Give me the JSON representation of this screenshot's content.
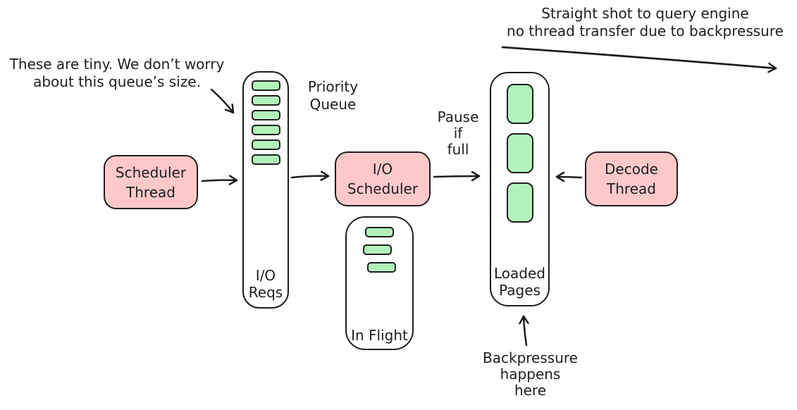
{
  "colors": {
    "background": "#ffffff",
    "stroke": "#1e1e1e",
    "node_fill": "#ffc9c9",
    "item_fill": "#b2f2bb"
  },
  "nodes": {
    "scheduler_thread": {
      "label": "Scheduler\nThread"
    },
    "io_scheduler": {
      "label": "I/O\nScheduler"
    },
    "decode_thread": {
      "label": "Decode\nThread"
    }
  },
  "queues": {
    "io_reqs": {
      "label": "I/O\nReqs",
      "item_count": 6
    },
    "in_flight": {
      "label": "In Flight",
      "item_count": 3
    },
    "loaded_pages": {
      "label": "Loaded\nPages",
      "item_count": 3
    }
  },
  "annotations": {
    "queue_size_note": "These are tiny. We don’t worry\nabout this queue’s size.",
    "priority_queue": "Priority\nQueue",
    "pause_if_full": "Pause\nif\nfull",
    "backpressure": "Backpressure\nhappens\nhere",
    "straight_shot": "Straight shot to query engine\nno thread transfer due to backpressure"
  }
}
